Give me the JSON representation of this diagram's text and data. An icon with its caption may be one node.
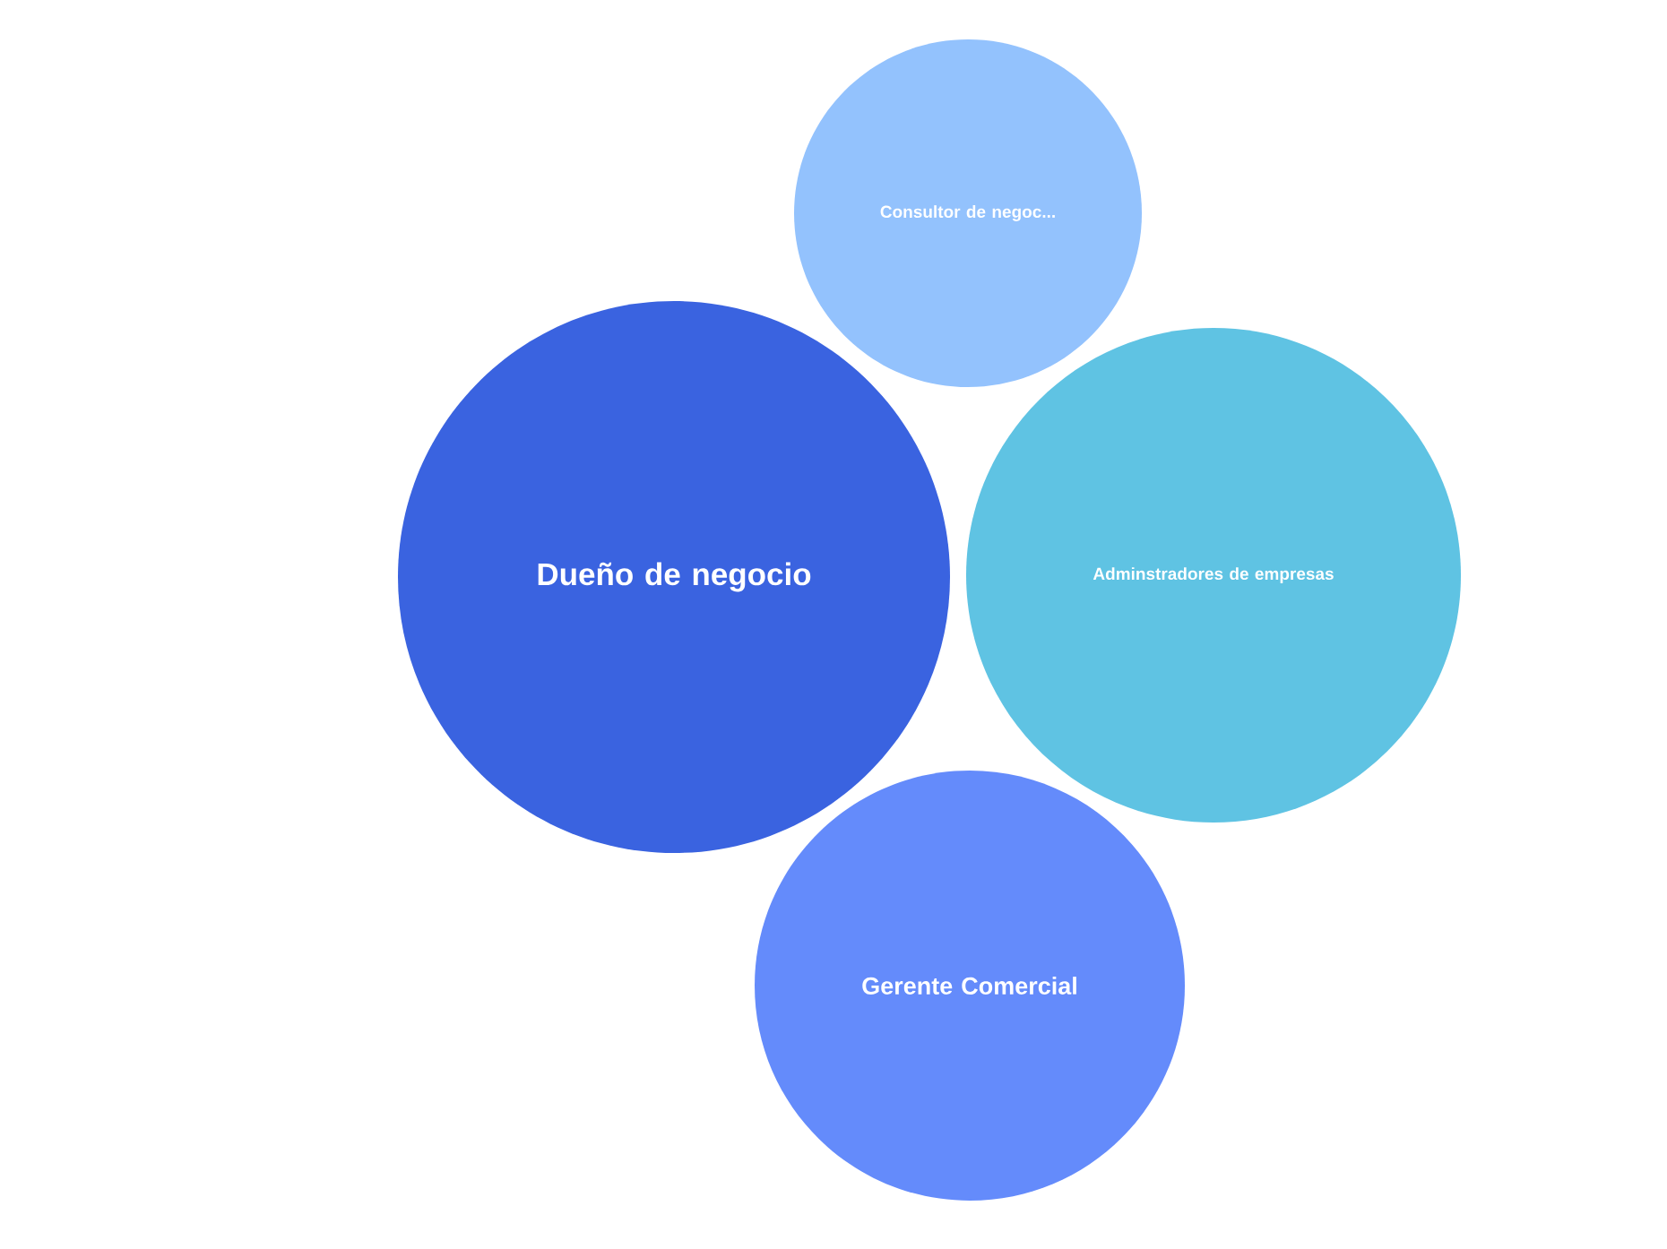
{
  "diagram": {
    "nodes": [
      {
        "text": [
          "Consultor de negoc..."
        ]
      },
      {
        "text": [
          "Dueño de negocio"
        ]
      },
      {
        "text": [
          "Adminstradores de empresas"
        ]
      },
      {
        "text": [
          "Gerente Comercial"
        ]
      }
    ]
  }
}
